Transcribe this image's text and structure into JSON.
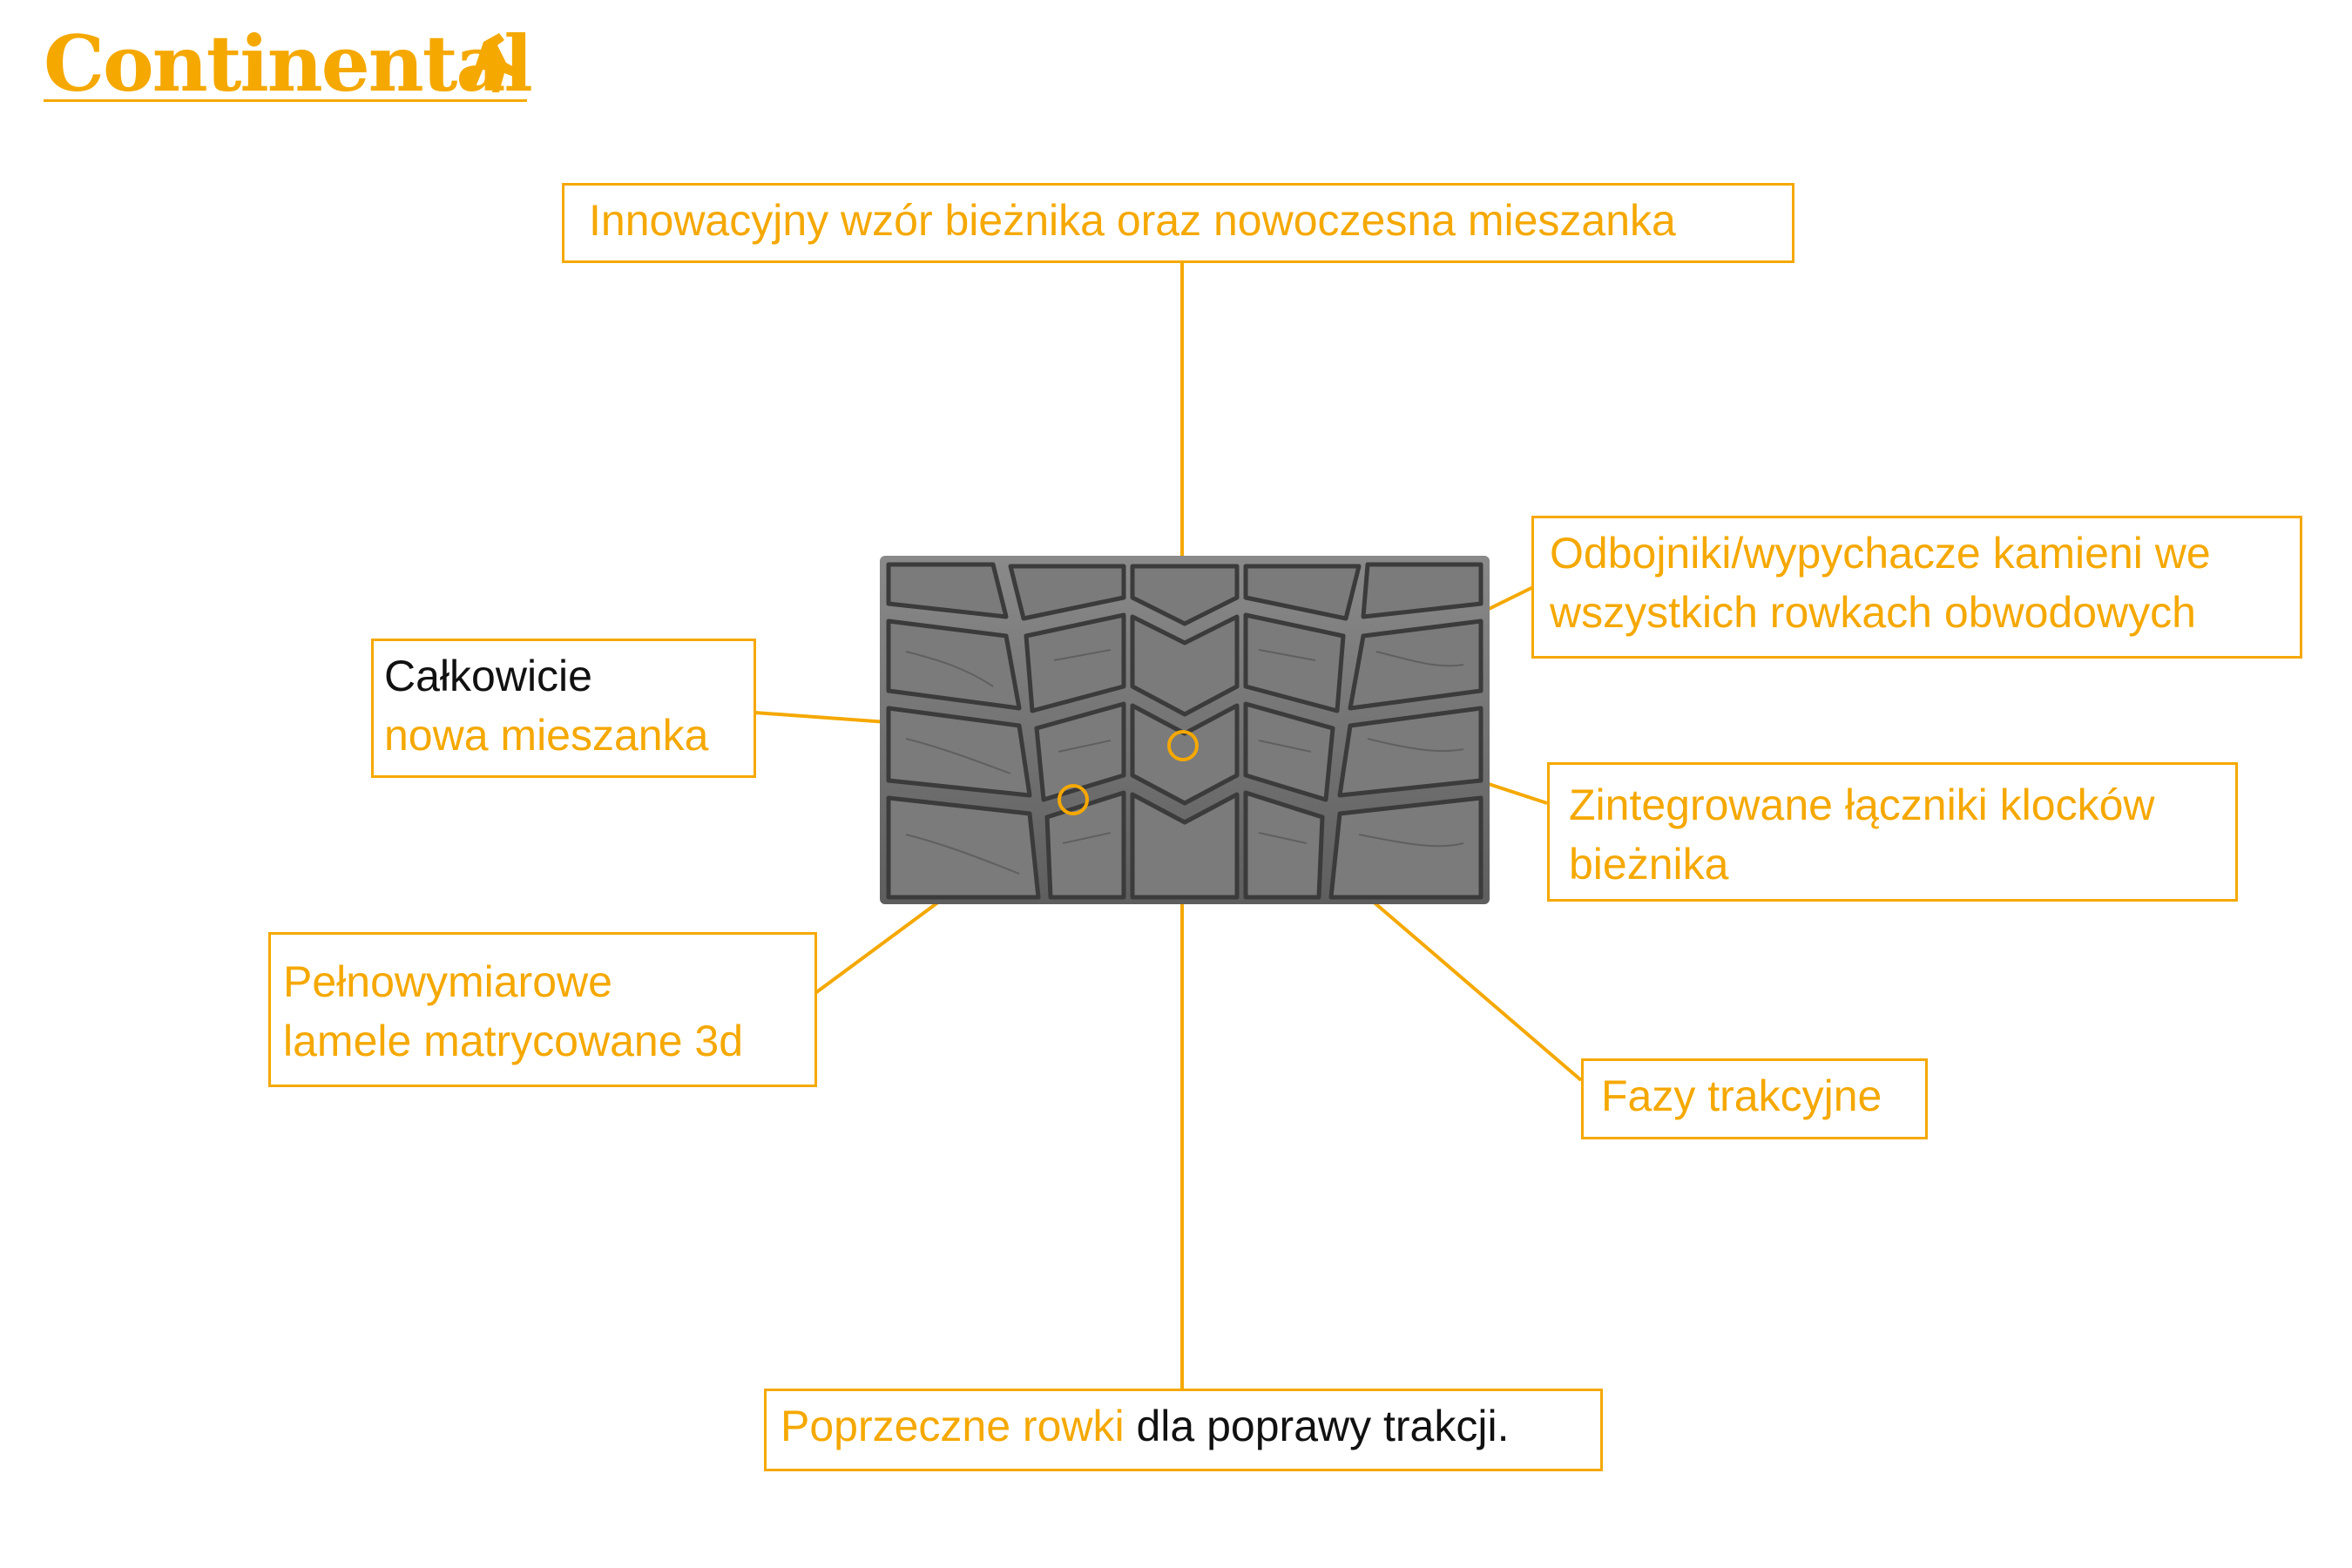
{
  "brand": {
    "name": "Continental",
    "color": "#f5a800"
  },
  "colors": {
    "accent": "#f5a800",
    "text_dark": "#111111",
    "tread": "#6e6e6e"
  },
  "callouts": {
    "top": "Innowacyjny wzór bieżnika oraz nowoczesna mieszanka",
    "left_upper": {
      "line1": "Całkowicie",
      "line2": "nowa mieszanka"
    },
    "left_lower": {
      "line1": "Pełnowymiarowe",
      "line2": "lamele matrycowane 3d"
    },
    "right_upper": {
      "line1": "Odbojniki/wypychacze kamieni we",
      "line2": "wszystkich rowkach obwodowych"
    },
    "right_middle": {
      "line1": "Zintegrowane łączniki klocków",
      "line2": "bieżnika"
    },
    "right_lower": "Fazy trakcyjne",
    "bottom": {
      "part1": "Poprzeczne rowki",
      "part2": " dla poprawy trakcji."
    }
  }
}
